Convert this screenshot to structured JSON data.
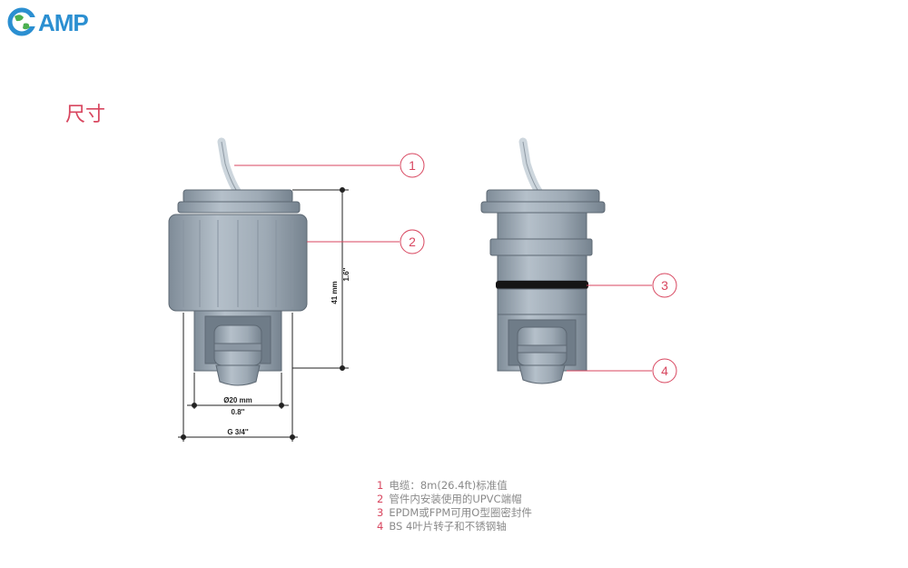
{
  "logo": {
    "text": "AMP"
  },
  "page": {
    "title": "尺寸"
  },
  "dimensions": {
    "height_mm": "41 mm",
    "height_in": "1.6''",
    "diameter_mm": "Ø20 mm",
    "diameter_in": "0.8''",
    "thread": "G 3/4''"
  },
  "callouts": [
    "1",
    "2",
    "3",
    "4"
  ],
  "legend": [
    {
      "num": "1",
      "text": "电缆：8m(26.4ft)标准值"
    },
    {
      "num": "2",
      "text": "管件内安装使用的UPVC端帽"
    },
    {
      "num": "3",
      "text": "EPDM或FPM可用O型圈密封件"
    },
    {
      "num": "4",
      "text": "BS 4叶片转子和不锈钢轴"
    }
  ],
  "colors": {
    "accent": "#d8465f",
    "body": "#a4b0bb",
    "logo_blue": "#2b8fd1",
    "logo_green": "#4caf50"
  }
}
